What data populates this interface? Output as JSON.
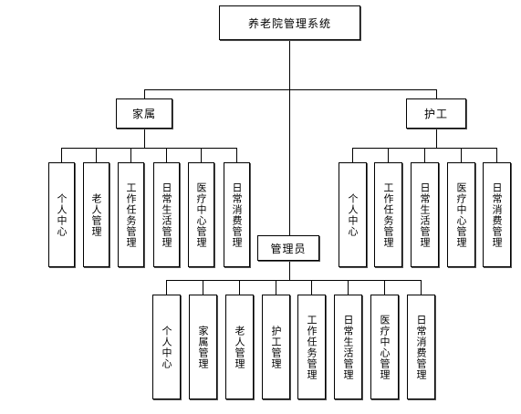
{
  "root": {
    "label": "养老院管理系统"
  },
  "family": {
    "label": "家属",
    "children": [
      "个人中心",
      "老人管理",
      "工作任务管理",
      "日常生活管理",
      "医疗中心管理",
      "日常消费管理"
    ]
  },
  "caregiver": {
    "label": "护工",
    "children": [
      "个人中心",
      "工作任务管理",
      "日常生活管理",
      "医疗中心管理",
      "日常消费管理"
    ]
  },
  "admin": {
    "label": "管理员",
    "children": [
      "个人中心",
      "家属管理",
      "老人管理",
      "护工管理",
      "工作任务管理",
      "日常生活管理",
      "医疗中心管理",
      "日常消费管理"
    ]
  }
}
